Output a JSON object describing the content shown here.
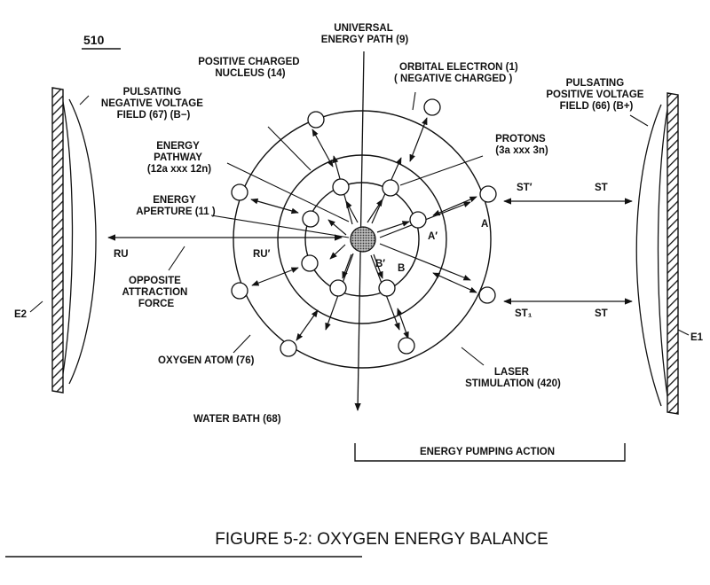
{
  "figure": {
    "number": "510",
    "caption": "FIGURE 5-2: OXYGEN ENERGY BALANCE"
  },
  "labels": {
    "universal_path": [
      "UNIVERSAL",
      "ENERGY PATH (9)"
    ],
    "nucleus": [
      "POSITIVE CHARGED",
      "NUCLEUS (14)"
    ],
    "electron": [
      "ORBITAL ELECTRON (1)",
      "( NEGATIVE CHARGED )"
    ],
    "neg_field": [
      "PULSATING",
      "NEGATIVE VOLTAGE",
      "FIELD (67) (B−)"
    ],
    "pos_field": [
      "PULSATING",
      "POSITIVE VOLTAGE",
      "FIELD (66) (B+)"
    ],
    "protons": [
      "PROTONS",
      "(3a xxx 3n)"
    ],
    "pathway": [
      "ENERGY",
      "PATHWAY",
      "(12a xxx 12n)"
    ],
    "aperture": [
      "ENERGY",
      "APERTURE (11 )"
    ],
    "opposite": [
      "OPPOSITE",
      "ATTRACTION",
      "FORCE"
    ],
    "oxygen_atom": "OXYGEN ATOM (76)",
    "water_bath": "WATER BATH (68)",
    "laser": [
      "LASER",
      "STIMULATION (420)"
    ],
    "pumping": "ENERGY PUMPING ACTION",
    "e1": "E1",
    "e2": "E2",
    "ru": "RU",
    "ru_prime": "RU′",
    "st_prime": "ST′",
    "st_top": "ST",
    "st_one": "ST₁",
    "st_bottom": "ST",
    "a": "A",
    "a_prime": "A′",
    "b": "B",
    "b_prime": "B′"
  }
}
